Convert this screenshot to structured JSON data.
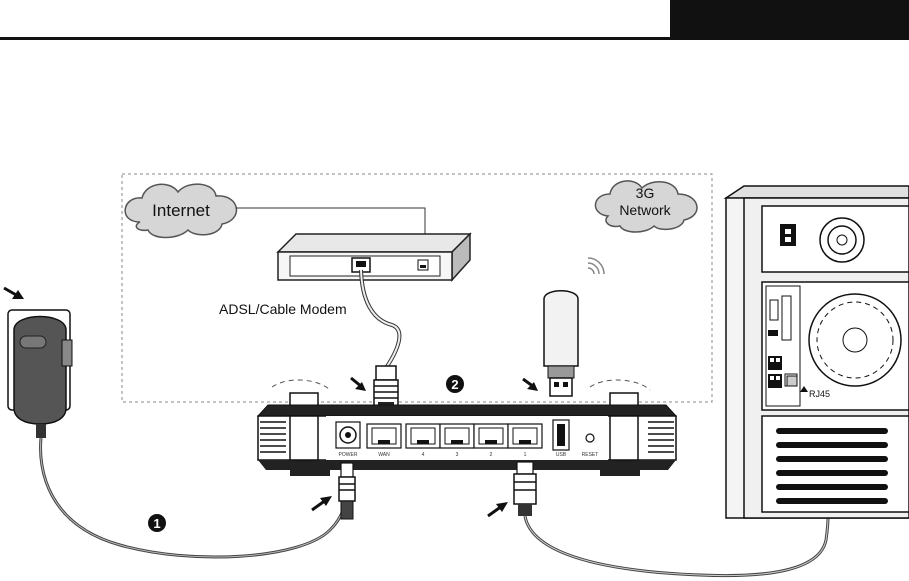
{
  "labels": {
    "internet": "Internet",
    "network_3g_line1": "3G",
    "network_3g_line2": "Network",
    "modem": "ADSL/Cable Modem",
    "rj45": "RJ45",
    "step1": "1",
    "step2": "2"
  },
  "router": {
    "power": "POWER",
    "wan": "WAN",
    "lan4": "4",
    "lan3": "3",
    "lan2": "2",
    "lan1": "1",
    "usb": "USB",
    "reset": "RESET"
  }
}
